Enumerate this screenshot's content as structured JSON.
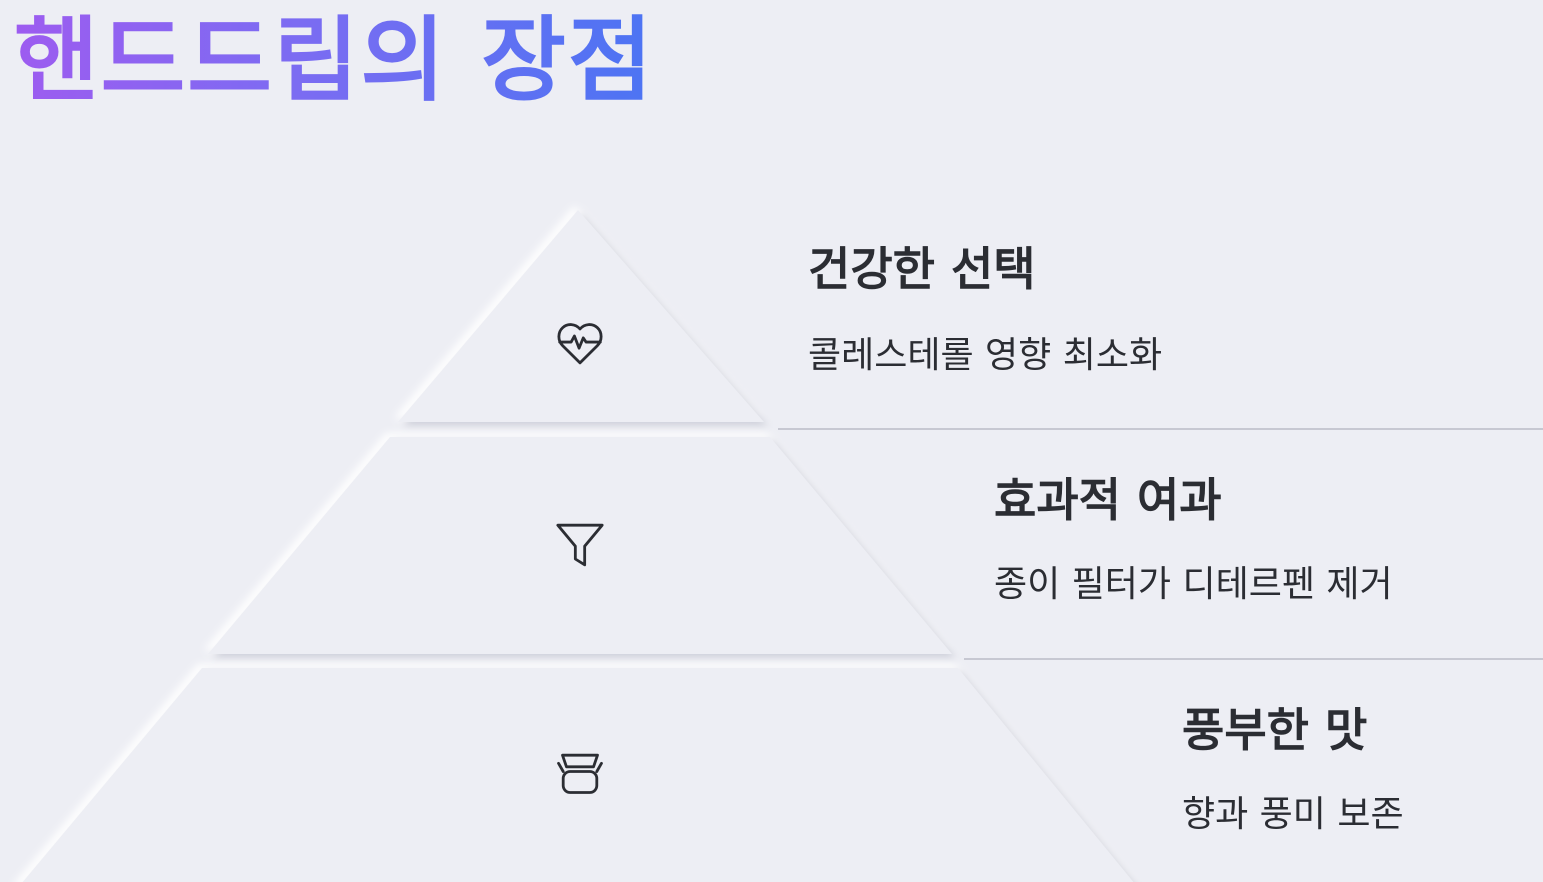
{
  "title": "핸드드립의 장점",
  "tiers": [
    {
      "icon": "heart-pulse-icon",
      "heading": "건강한 선택",
      "description": "콜레스테롤 영향 최소화"
    },
    {
      "icon": "funnel-filter-icon",
      "heading": "효과적 여과",
      "description": "종이 필터가 디테르펜 제거"
    },
    {
      "icon": "coffee-dripper-icon",
      "heading": "풍부한 맛",
      "description": "향과 풍미 보존"
    }
  ],
  "colors": {
    "background": "#edeef4",
    "title_gradient_start": "#9d5cf0",
    "title_gradient_end": "#4c74f3",
    "text": "#2b2d33",
    "divider": "#c7c8d2"
  }
}
